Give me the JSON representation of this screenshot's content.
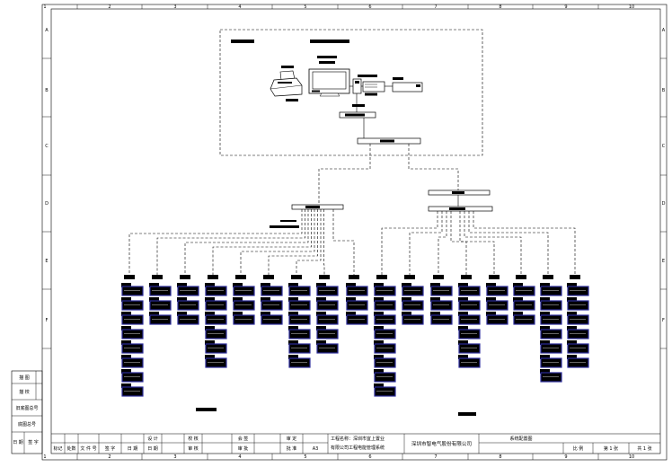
{
  "frame": {
    "column_labels": [
      "1",
      "2",
      "3",
      "4",
      "5",
      "6",
      "7",
      "8",
      "9",
      "10"
    ],
    "row_labels": [
      "A",
      "B",
      "C",
      "D",
      "E",
      "F"
    ]
  },
  "left_table": {
    "rows": [
      "描 图",
      "描 校",
      "旧底图总号",
      "底图总号"
    ],
    "date_label": "日 期",
    "signature_label": "签 字"
  },
  "title_block": {
    "revision_headers": [
      "标记",
      "处数",
      "文 件 号",
      "签 字",
      "日 期"
    ],
    "sign_top": [
      "设 计",
      "校 核",
      "会 签",
      "审 定"
    ],
    "sign_bottom": [
      "日 期",
      "审 核",
      "审 批",
      "批 准"
    ],
    "sheet_size": "A3",
    "project_line1": "工程名称：深圳市宜上置业",
    "project_line2": "有限公司工程电能管理系统",
    "company": "深圳市智电气股份有限公司",
    "drawing_title": "系统配置图",
    "scale_label": "比 例",
    "sheet_no": "第 1 张",
    "sheet_total": "共 1 张"
  },
  "diagram": {
    "meters_per_column": [
      8,
      3,
      3,
      6,
      3,
      3,
      6,
      5,
      3,
      8,
      3,
      3,
      6,
      3,
      3,
      7,
      6
    ],
    "colors": {
      "line": "#000000",
      "meter_body": "#000000",
      "meter_border": "#2b2b9a"
    }
  }
}
